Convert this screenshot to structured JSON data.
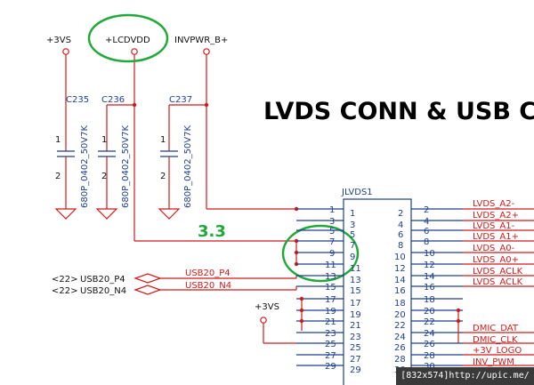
{
  "title": "LVDS CONN & USB C",
  "annotation": "3.3",
  "rails": {
    "r3vs": "+3VS",
    "lcdvdd": "+LCDVDD",
    "invpwr": "INVPWR_B+",
    "r3vs_b": "+3VS"
  },
  "caps": [
    {
      "ref": "C235",
      "value": "680P_0402_50V7K",
      "pin1": "1",
      "pin2": "2"
    },
    {
      "ref": "C236",
      "value": "680P_0402_50V7K",
      "pin1": "1",
      "pin2": "2"
    },
    {
      "ref": "C237",
      "value": "680P_0402_50V7K",
      "pin1": "1",
      "pin2": "2"
    }
  ],
  "connector": {
    "ref": "JLVDS1",
    "left_outer": [
      "1",
      "3",
      "5",
      "7",
      "9",
      "11",
      "13",
      "15",
      "17",
      "19",
      "21",
      "23",
      "25",
      "27",
      "29"
    ],
    "left_inner": [
      "1",
      "3",
      "5",
      "7",
      "9",
      "11",
      "13",
      "15",
      "17",
      "19",
      "21",
      "23",
      "25",
      "27",
      "29"
    ],
    "right_inner": [
      "2",
      "4",
      "6",
      "8",
      "10",
      "12",
      "14",
      "16",
      "18",
      "20",
      "22",
      "24",
      "26",
      "28",
      "30"
    ],
    "right_outer": [
      "2",
      "4",
      "6",
      "8",
      "10",
      "12",
      "14",
      "16",
      "18",
      "20",
      "22",
      "24",
      "26",
      "28",
      "30"
    ]
  },
  "signals_right": [
    "LVDS_A2-",
    "LVDS_A2+",
    "LVDS_A1-",
    "LVDS_A1+",
    "LVDS_A0-",
    "LVDS_A0+",
    "LVDS_ACLK",
    "LVDS_ACLK",
    "",
    "",
    "DMIC_DAT",
    "DMIC_CLK",
    "+3V_LOGO",
    "INV_PWM"
  ],
  "usb": [
    {
      "ref": "<22>",
      "net": "USB20_P4",
      "red": "USB20_P4"
    },
    {
      "ref": "<22>",
      "net": "USB20_N4",
      "red": "USB20_N4"
    }
  ],
  "watermark": "[832x574]http://upic.me/"
}
